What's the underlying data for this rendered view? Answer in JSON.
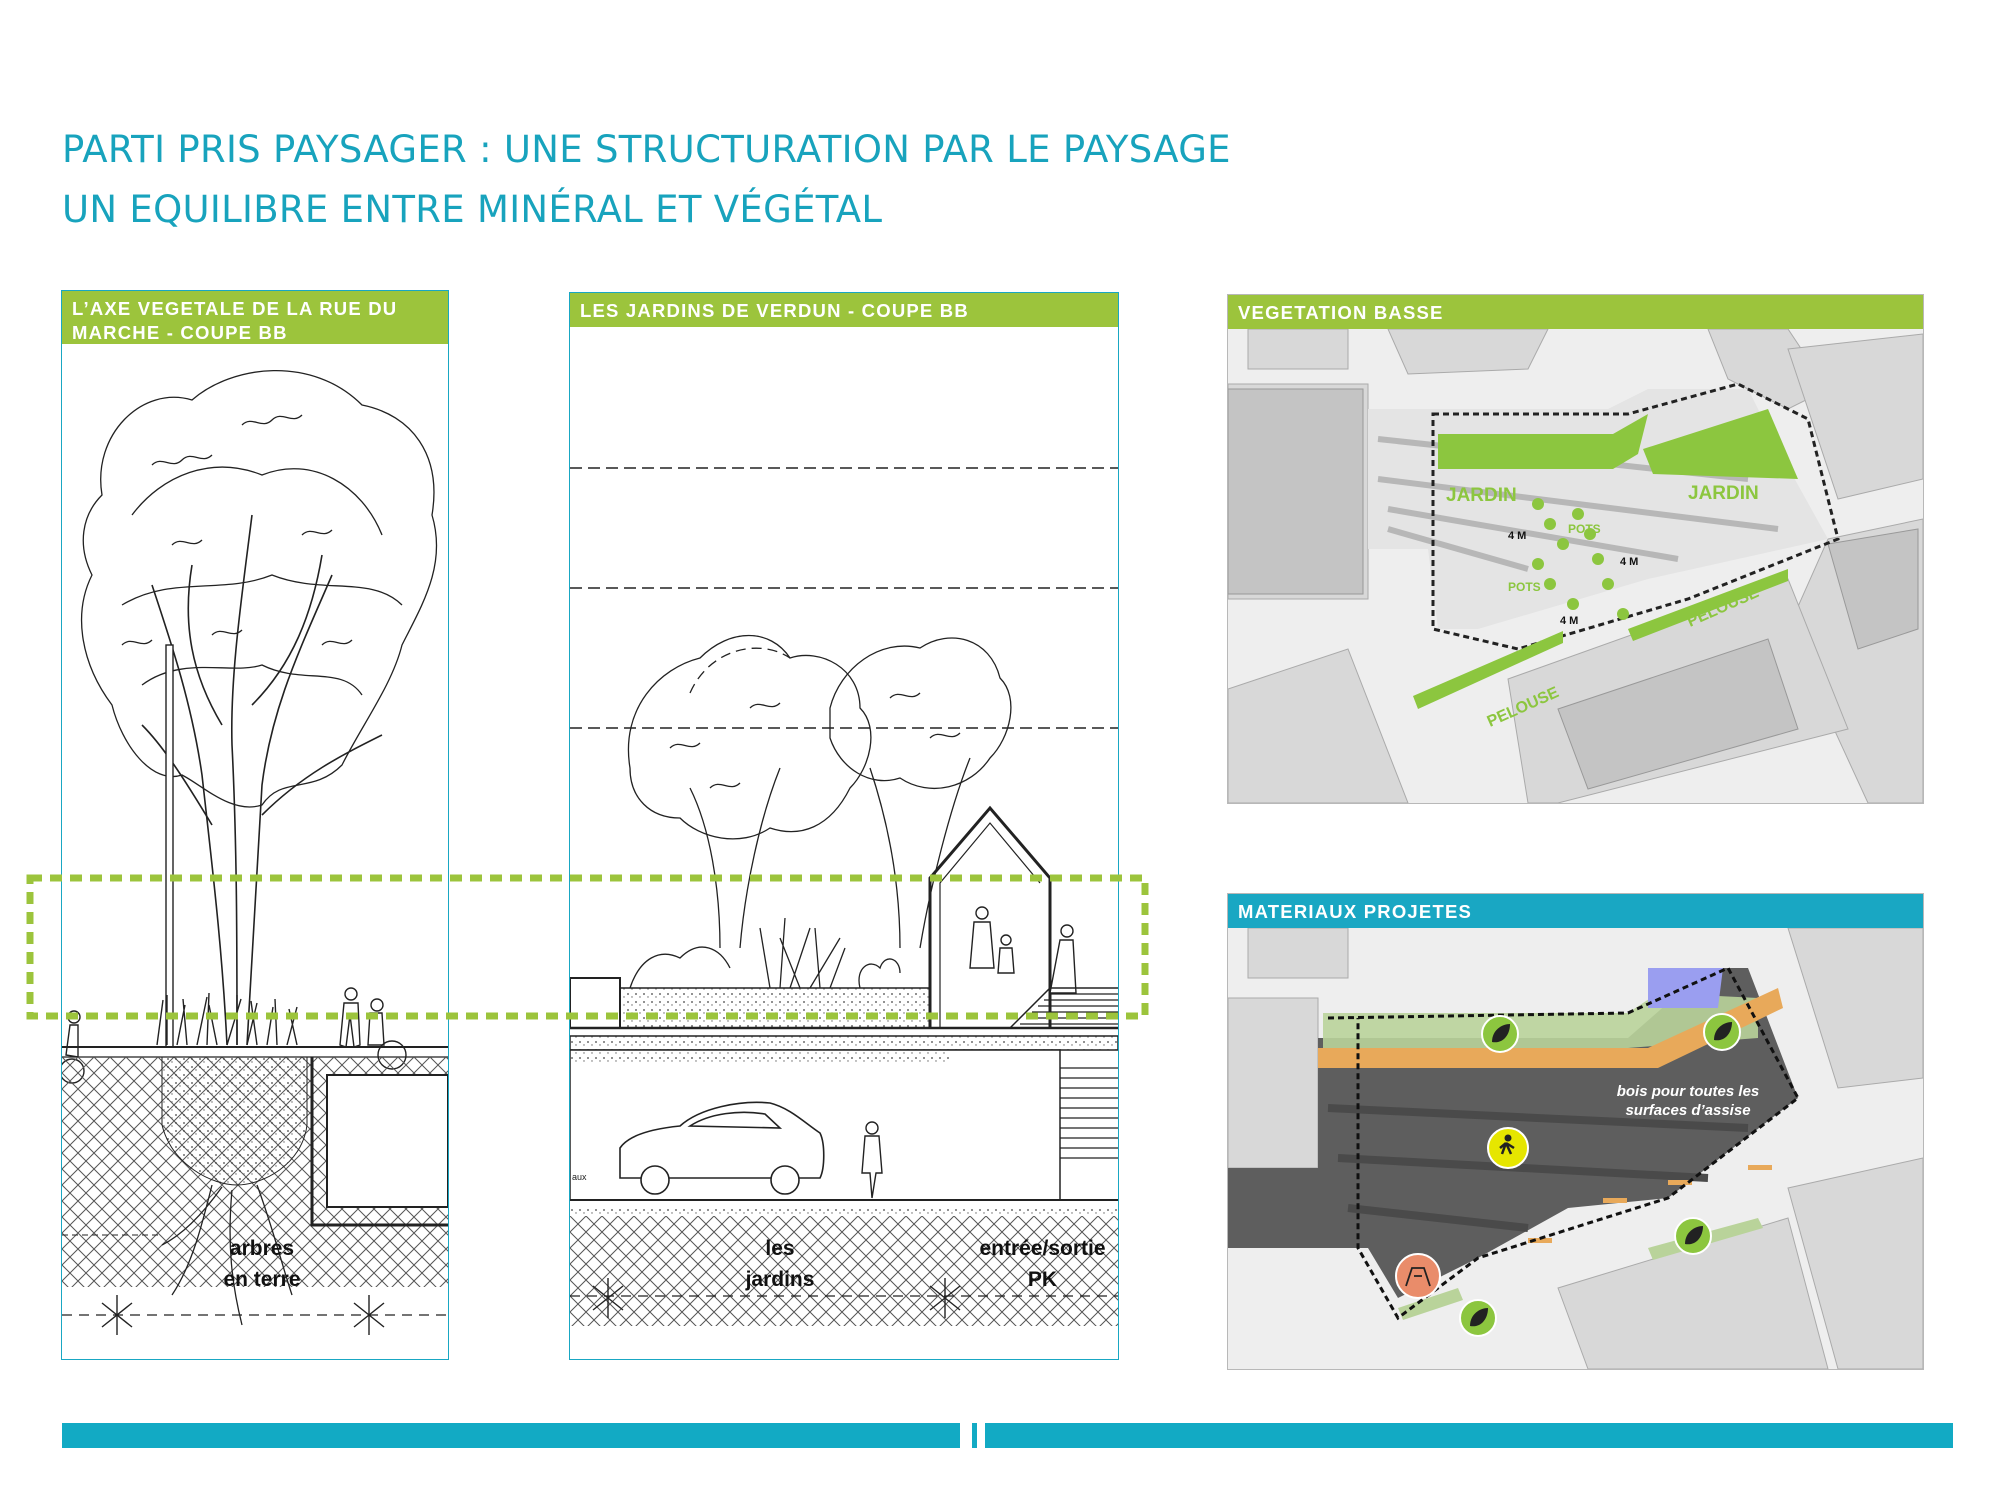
{
  "title": {
    "line1": "PARTI PRIS PAYSAGER : UNE STRUCTURATION PAR LE PAYSAGE",
    "line2": "UN EQUILIBRE ENTRE MINÉRAL ET VÉGÉTAL"
  },
  "panels": {
    "section1": {
      "header": "L’AXE VEGETALE DE LA RUE DU MARCHE - COUPE BB",
      "label_line1": "arbres",
      "label_line2": "en terre"
    },
    "section2": {
      "header": "LES JARDINS DE VERDUN - COUPE BB",
      "label1_line1": "les",
      "label1_line2": "jardins",
      "label2_line1": "entrée/sortie",
      "label2_line2": "PK",
      "tiny_text": "aux"
    },
    "vegetation": {
      "header": "VEGETATION BASSE",
      "jardin_left": "JARDIN",
      "jardin_right": "JARDIN",
      "pots_1": "POTS",
      "pots_2": "POTS",
      "dim_1": "4 M",
      "dim_2": "4 M",
      "dim_3": "4 M",
      "pelouse_right": "PELOUSE",
      "pelouse_left": "PELOUSE"
    },
    "materials": {
      "header": "MATERIAUX PROJETES",
      "annotation_line1": "bois pour toutes les",
      "annotation_line2": "surfaces d’assise"
    }
  },
  "colors": {
    "accent_blue": "#19a7c3",
    "accent_green": "#9cc43c",
    "vegetation_green": "#8cc63f",
    "wood": "#e8a95a",
    "water_blue": "#9a9ef0"
  },
  "icons": [
    "leaf-icon",
    "pedestrian-icon",
    "children-play-icon",
    "scale-cross-icon"
  ]
}
